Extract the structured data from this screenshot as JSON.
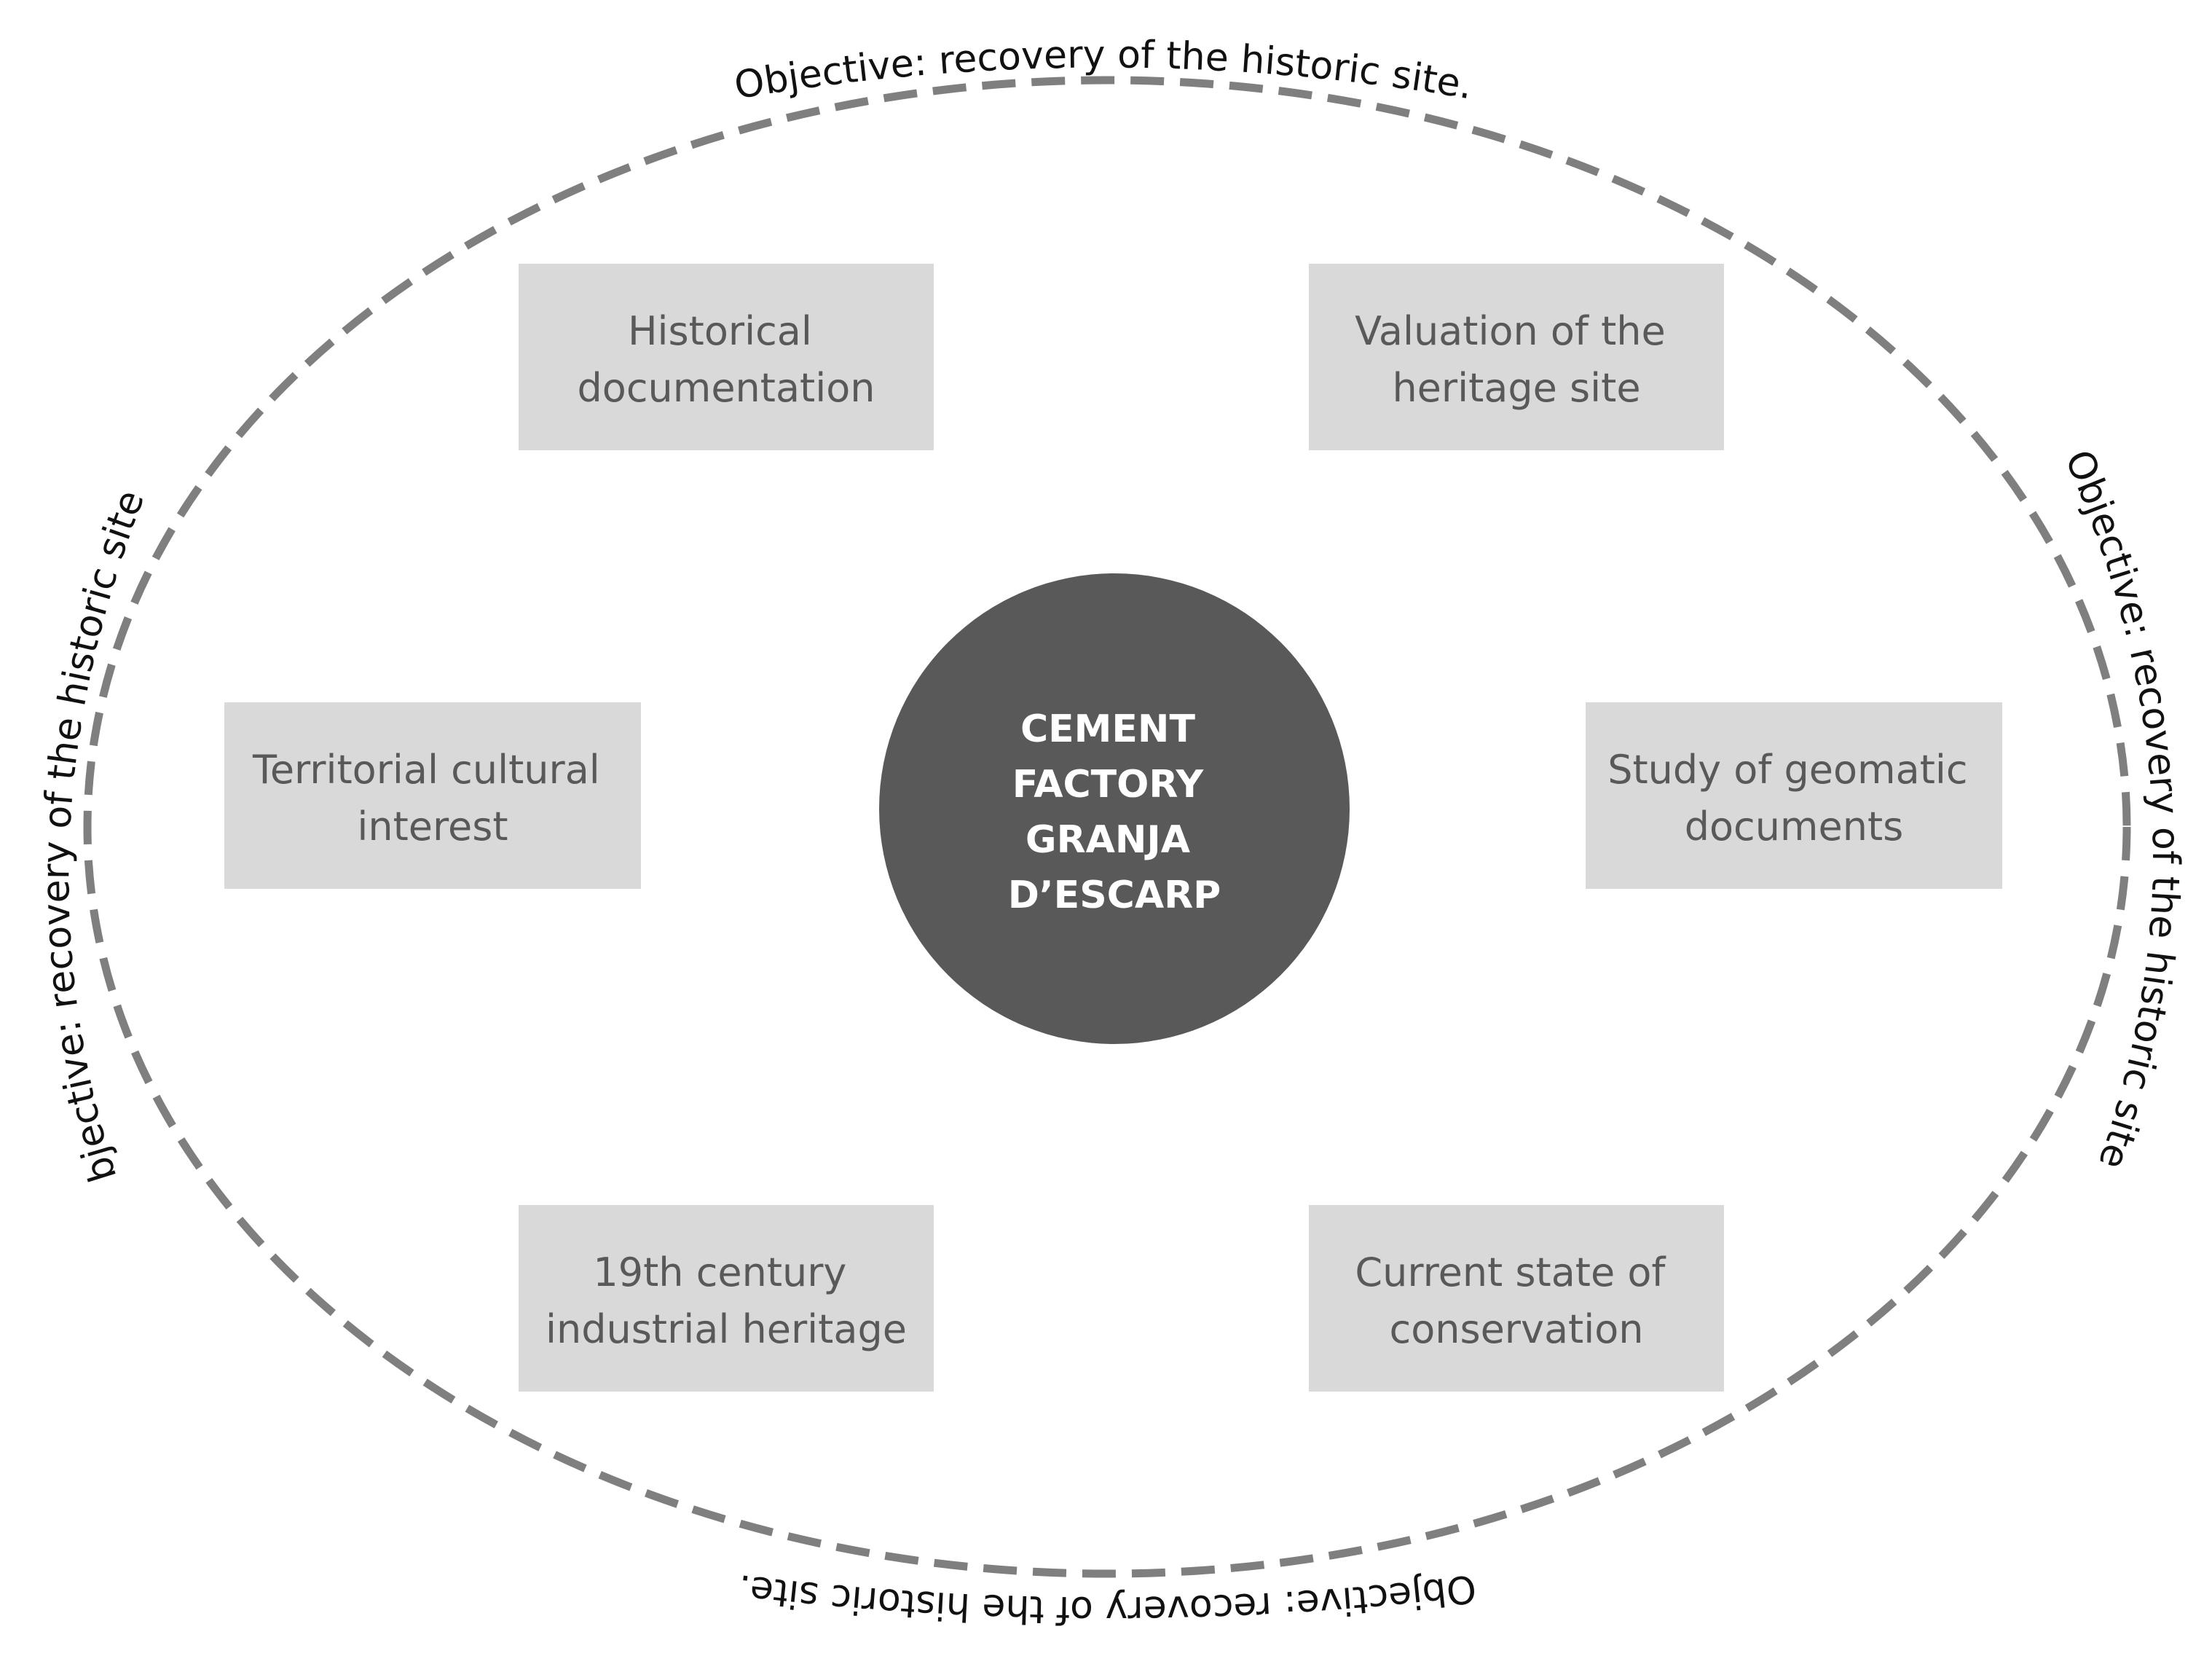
{
  "diagram": {
    "center": {
      "lines": [
        "CEMENT",
        "FACTORY",
        "GRANJA",
        "D’ESCARP"
      ]
    },
    "nodes": [
      {
        "id": "historical-documentation",
        "lines": [
          "Historical",
          "documentation"
        ]
      },
      {
        "id": "valuation-heritage-site",
        "lines": [
          "Valuation of the",
          "heritage site"
        ]
      },
      {
        "id": "territorial-cultural-interest",
        "lines": [
          "Territorial cultural",
          "interest"
        ]
      },
      {
        "id": "study-geomatic-documents",
        "lines": [
          "Study of geomatic",
          "documents"
        ]
      },
      {
        "id": "industrial-heritage",
        "lines": [
          "19th century",
          "industrial heritage"
        ]
      },
      {
        "id": "state-of-conservation",
        "lines": [
          "Current state of",
          "conservation"
        ]
      }
    ],
    "objective": {
      "top": "Objective: recovery of the historic site.",
      "right": "Objective: recovery of the historic site.",
      "bottom": "Objective: recovery of the historic site.",
      "left": "Objective: recovery of the historic site."
    },
    "colors": {
      "box_fill": "#d9d9d9",
      "box_text": "#595959",
      "center_fill": "#595959",
      "center_text": "#ffffff",
      "ellipse_stroke": "#7f7f7f",
      "objective_text": "#111111"
    }
  }
}
